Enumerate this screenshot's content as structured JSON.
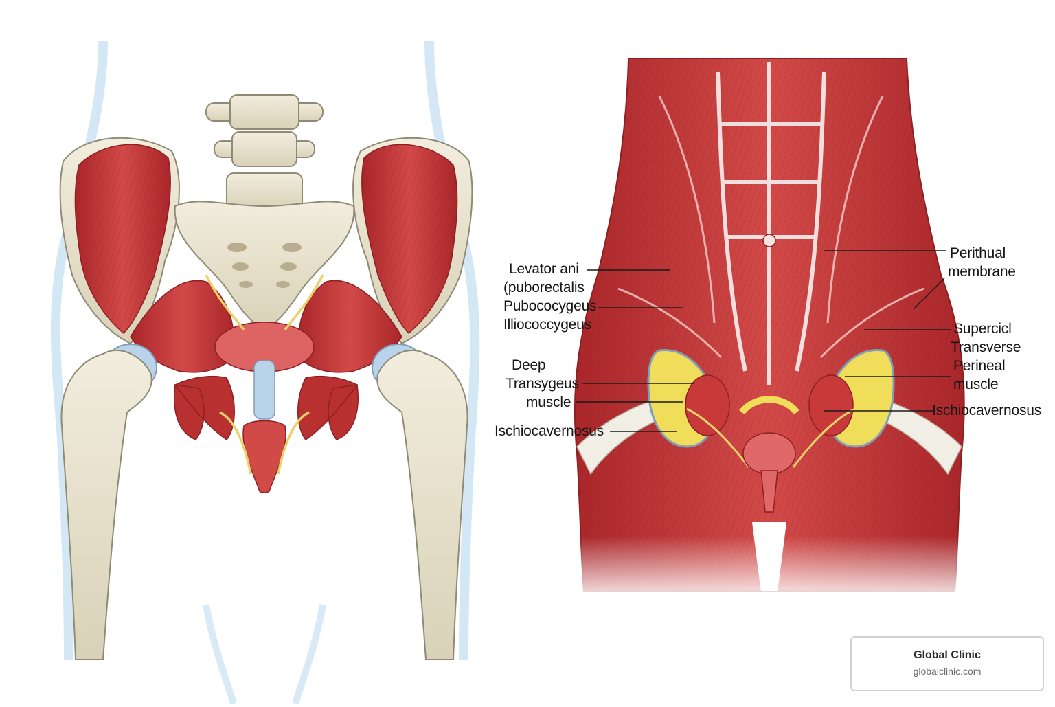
{
  "labels": {
    "levator_ani": "Levator ani",
    "puborectalis": "(puborectalis",
    "pubococcygeus": "Pubococygeus",
    "iliococcygeus": "Illiococcygeus",
    "deep": "Deep",
    "transygeus": "Transygeus",
    "muscle_left": "muscle",
    "ischiocavernosus_left": "Ischiocavernosus",
    "perithual": "Perithual",
    "membrane": "membrane",
    "supercicl": "Supercicl",
    "transverse": "Transverse",
    "perineal": "Perineal",
    "muscle_right": "muscle",
    "ischiocavernosus_right": "Ischiocavernosus"
  },
  "brand": {
    "name": "Global Clinic",
    "url": "globalclinic.com"
  },
  "colors": {
    "muscle": "#c8393a",
    "muscle_dark": "#8e1f22",
    "bone": "#e9e3cf",
    "bone_edge": "#8f8a76",
    "cartilage": "#b9d3ea",
    "nerve": "#e8d36a",
    "skin_outline": "#c9e1f3"
  }
}
